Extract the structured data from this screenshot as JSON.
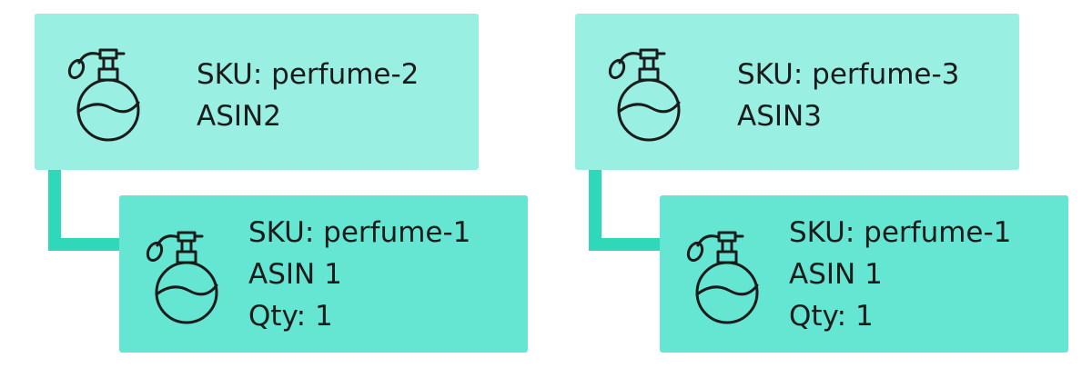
{
  "colors": {
    "parent_fill": "#98efe2",
    "child_fill": "#64e6d2",
    "connector": "#2fd8b8",
    "icon_stroke": "#1b1b1b",
    "text": "#1b1b1b"
  },
  "groups": [
    {
      "parent": {
        "icon": "perfume-bottle-icon",
        "sku": "SKU: perfume-2",
        "asin": "ASIN2"
      },
      "child": {
        "icon": "perfume-bottle-icon",
        "sku": "SKU: perfume-1",
        "asin": "ASIN 1",
        "qty": "Qty: 1"
      }
    },
    {
      "parent": {
        "icon": "perfume-bottle-icon",
        "sku": "SKU: perfume-3",
        "asin": "ASIN3"
      },
      "child": {
        "icon": "perfume-bottle-icon",
        "sku": "SKU: perfume-1",
        "asin": "ASIN 1",
        "qty": "Qty: 1"
      }
    }
  ]
}
